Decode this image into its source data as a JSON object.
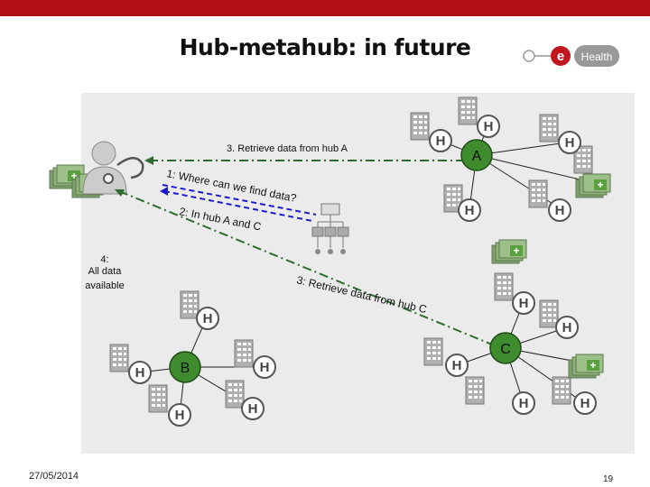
{
  "header": {
    "title": "Hub-metahub: in future"
  },
  "logo": {
    "letter": "e",
    "word": "Health",
    "accent_color": "#c0161d"
  },
  "diagram": {
    "hub_a": "A",
    "hub_b": "B",
    "hub_c": "C",
    "hospital_letter": "H",
    "step1": "1: Where can we find data?",
    "step2": "2: In hub A and C",
    "step3a": "3. Retrieve data from hub A",
    "step3c": "3: Retrieve data from hub C",
    "step4": [
      "4:",
      "All data",
      "available"
    ]
  },
  "footer": {
    "date": "27/05/2014",
    "page": "19"
  },
  "colors": {
    "brand_red": "#b11116",
    "hub_fill": "#3e8c2e",
    "arrow_green": "#2e6b2e",
    "arrow_blue": "#1c1ccc"
  }
}
